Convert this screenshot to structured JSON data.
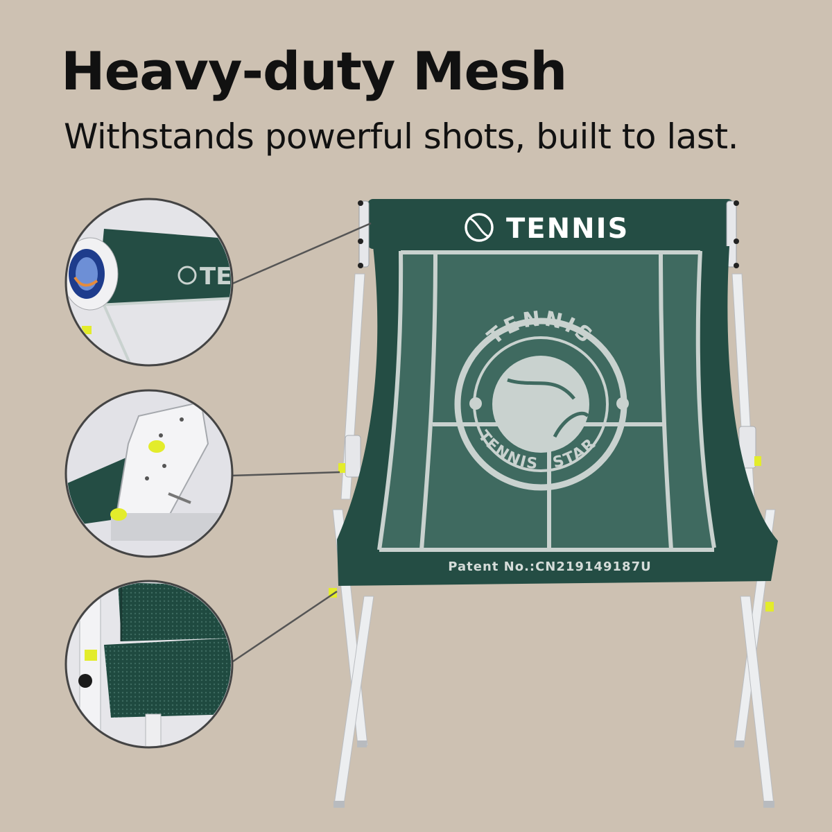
{
  "header": {
    "title": "Heavy-duty Mesh",
    "subtitle": "Withstands powerful shots, built to last."
  },
  "net": {
    "brand_label": "TENNIS",
    "logo_ring_top": "TENNIS",
    "logo_ring_left": "TENNIS",
    "logo_ring_right": "STAR",
    "patent_text": "Patent No.:CN219149187U"
  },
  "detail_callouts": [
    {
      "name": "top-roller-detail",
      "text": "TE"
    },
    {
      "name": "side-bracket-detail"
    },
    {
      "name": "bottom-frame-detail"
    }
  ],
  "colors": {
    "background": "#cdc1b2",
    "net_green": "#244d44",
    "court_green": "#3f6a60",
    "court_lines": "#c9d2cf",
    "frame": "#e8e9eb",
    "accent_yellow": "#e3ec2b",
    "text": "#111111"
  }
}
